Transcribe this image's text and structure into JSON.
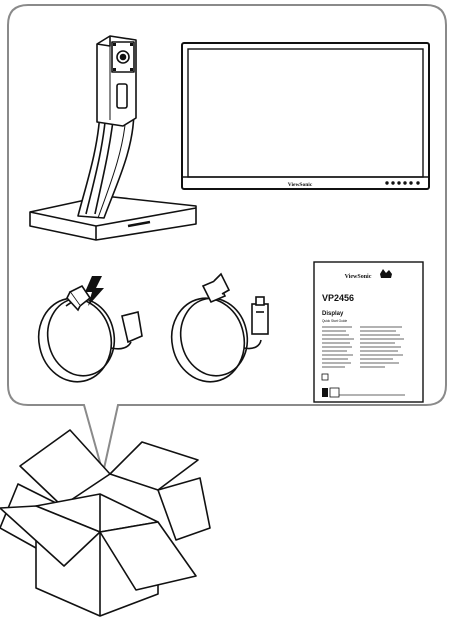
{
  "monitor": {
    "logo": "ViewSonic"
  },
  "quick_start_guide": {
    "brand": "ViewSonic",
    "model": "VP2456",
    "product": "Display",
    "subtitle": "Quick Start Guide"
  }
}
